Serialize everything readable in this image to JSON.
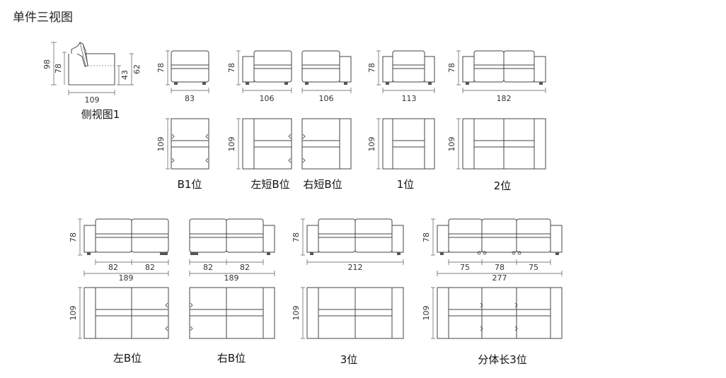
{
  "title": "单件三视图",
  "side_view": {
    "label": "侧视图1",
    "height_total": "98",
    "height_back": "78",
    "seat_height": "43",
    "arm_height": "62",
    "depth": "109"
  },
  "views": {
    "b1": {
      "label": "B1位",
      "height": "78",
      "width": "83",
      "depth": "109"
    },
    "left_short_b": {
      "label": "左短B位",
      "height": "78",
      "width": "106",
      "depth": "109"
    },
    "right_short_b": {
      "label": "右短B位",
      "width": "106"
    },
    "one_seat": {
      "label": "1位",
      "height": "78",
      "width": "113",
      "depth": "109"
    },
    "two_seat": {
      "label": "2位",
      "height": "78",
      "width": "182",
      "depth": "109"
    },
    "left_b": {
      "label": "左B位",
      "height": "78",
      "seg1": "82",
      "seg2": "82",
      "total": "189",
      "depth": "109"
    },
    "right_b": {
      "label": "右B位",
      "seg1": "82",
      "seg2": "82",
      "total": "189"
    },
    "three_seat": {
      "label": "3位",
      "height": "78",
      "width": "212",
      "depth": "109"
    },
    "split_three": {
      "label": "分体长3位",
      "height": "78",
      "seg1": "75",
      "seg2": "78",
      "seg3": "75",
      "total": "277",
      "depth": "109"
    }
  }
}
